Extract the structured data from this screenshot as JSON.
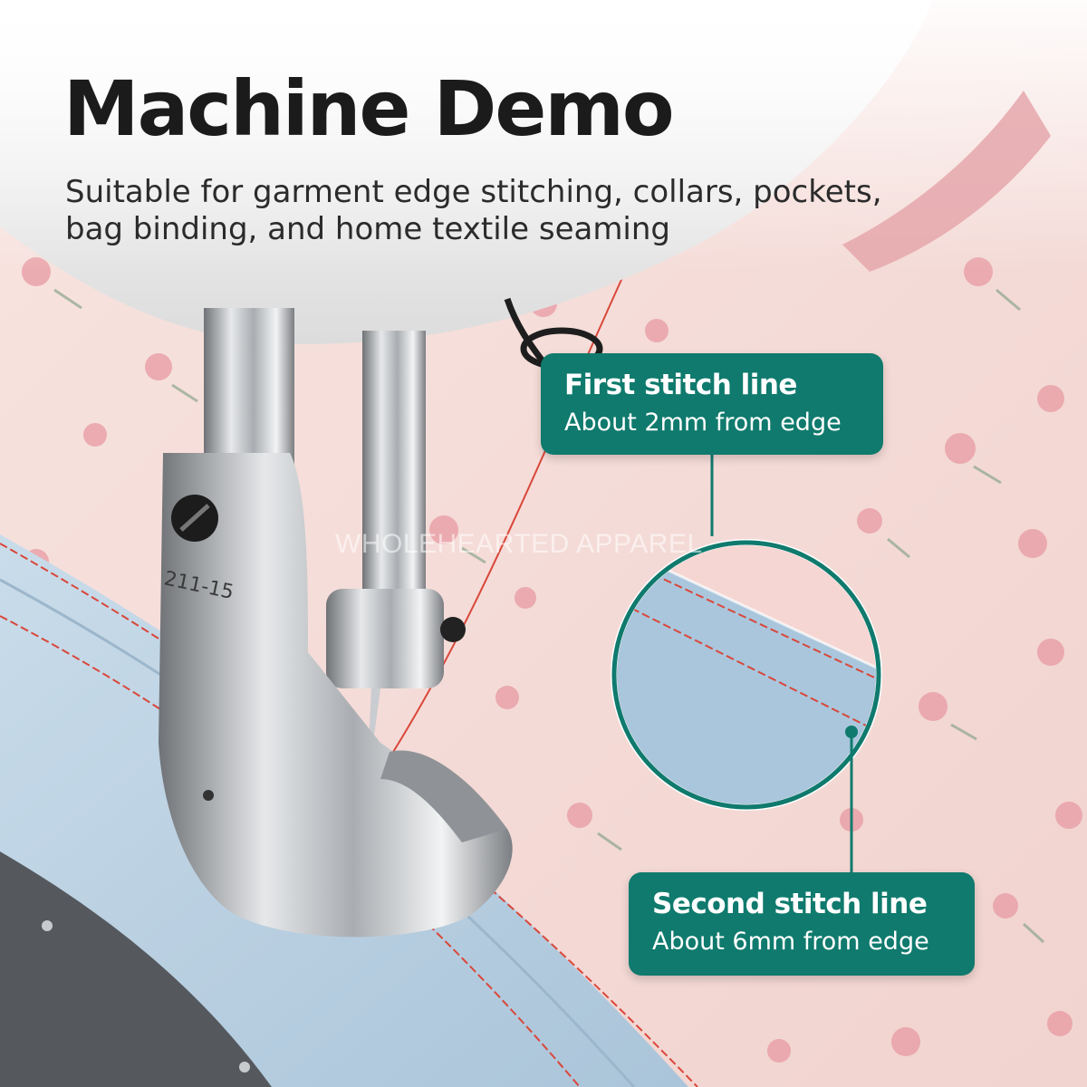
{
  "header": {
    "title": "Machine Demo",
    "subtitle_line1": "Suitable for garment edge stitching, collars, pockets,",
    "subtitle_line2": "bag binding, and home textile seaming"
  },
  "callouts": [
    {
      "heading": "First stitch line",
      "description": "About 2mm from edge"
    },
    {
      "heading": "Second stitch line",
      "description": "About 6mm from edge"
    }
  ],
  "presser_foot": {
    "model_marking": "211-15"
  },
  "watermark": "WHOLEHEARTED APPAREL",
  "colors": {
    "accent": "#0f7a6d",
    "thread": "#d9473a",
    "fabric_background": "#f6dcd8",
    "binding_tape": "#b5cfe3"
  }
}
